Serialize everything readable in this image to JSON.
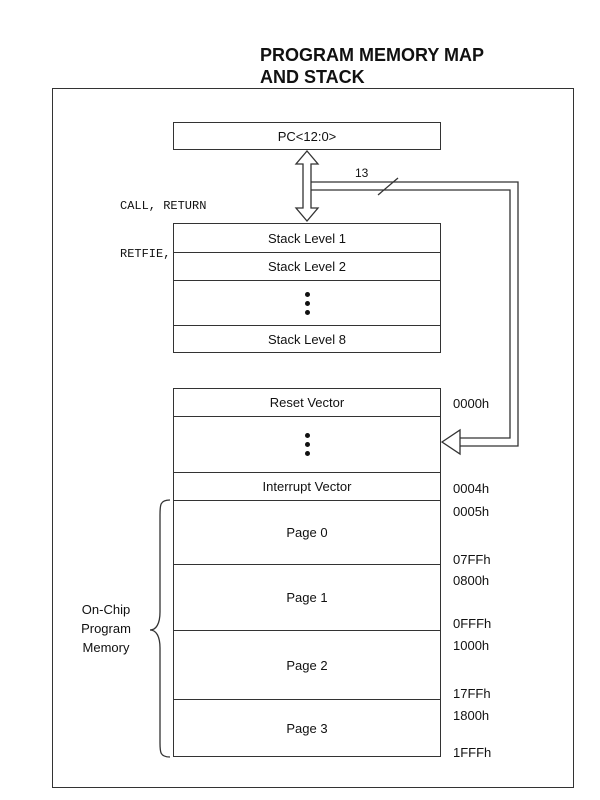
{
  "title": [
    "PROGRAM MEMORY MAP",
    "AND STACK"
  ],
  "pc_label": "PC<12:0>",
  "instructions": [
    "CALL, RETURN",
    "RETFIE, RETLW"
  ],
  "bus_width": "13",
  "stack": {
    "level1": "Stack Level 1",
    "level2": "Stack Level 2",
    "level8": "Stack Level 8"
  },
  "memory": {
    "reset_vector": "Reset Vector",
    "interrupt_vector": "Interrupt Vector",
    "pages": [
      {
        "label": "Page 0",
        "start": "0005h",
        "end": "07FFh"
      },
      {
        "label": "Page 1",
        "start": "0800h",
        "end": "0FFFh"
      },
      {
        "label": "Page 2",
        "start": "1000h",
        "end": "17FFh"
      },
      {
        "label": "Page 3",
        "start": "1800h",
        "end": "1FFFh"
      }
    ],
    "reset_addr": "0000h",
    "interrupt_addr": "0004h"
  },
  "side_label": [
    "On-Chip",
    "Program",
    "Memory"
  ]
}
